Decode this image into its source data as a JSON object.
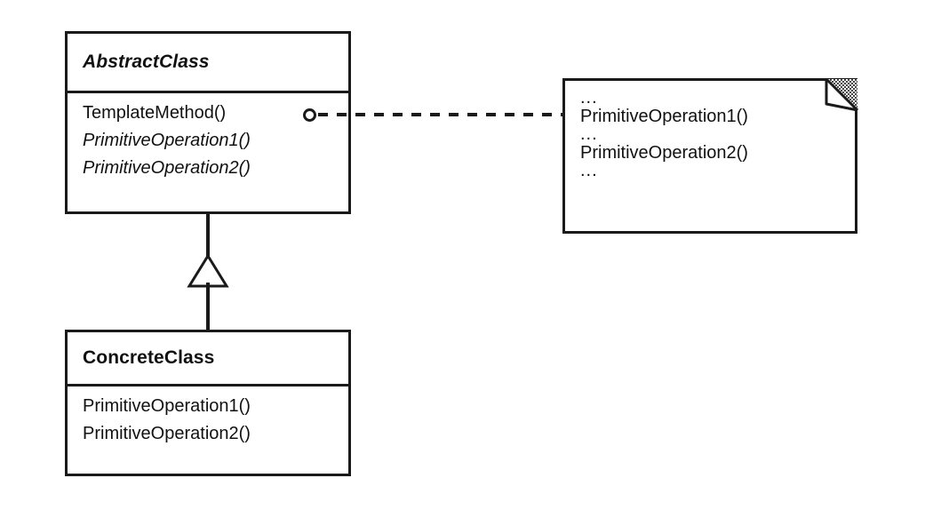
{
  "diagram": {
    "title": "Template Method pattern structure",
    "stroke_color": "#1a1a1a",
    "background_color": "#ffffff"
  },
  "abstract_class": {
    "name": "AbstractClass",
    "operations": [
      {
        "label": "TemplateMethod()",
        "abstract": false
      },
      {
        "label": "PrimitiveOperation1()",
        "abstract": true
      },
      {
        "label": "PrimitiveOperation2()",
        "abstract": true
      }
    ]
  },
  "concrete_class": {
    "name": "ConcreteClass",
    "operations": [
      {
        "label": "PrimitiveOperation1()",
        "abstract": false
      },
      {
        "label": "PrimitiveOperation2()",
        "abstract": false
      }
    ]
  },
  "note": {
    "lines": [
      "...",
      "PrimitiveOperation1()",
      "...",
      "PrimitiveOperation2()",
      "..."
    ]
  },
  "connectors": {
    "generalization": {
      "type": "generalization",
      "from": "ConcreteClass",
      "to": "AbstractClass",
      "arrow": "hollow-triangle"
    },
    "note_link": {
      "type": "pseudocode-note-link",
      "from": "TemplateMethod()",
      "to": "note",
      "style": "dashed",
      "source_marker": "hollow-circle"
    }
  }
}
